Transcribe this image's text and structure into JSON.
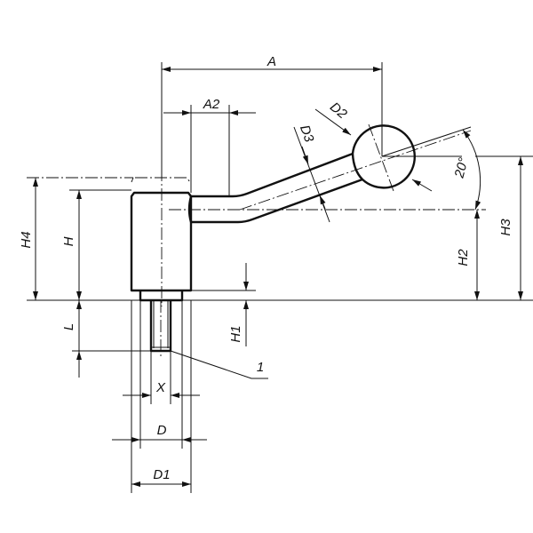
{
  "labels": {
    "A": "A",
    "A2": "A2",
    "D2": "D2",
    "D3": "D3",
    "angle": "20°",
    "H4": "H4",
    "H": "H",
    "H3": "H3",
    "H2": "H2",
    "H1": "H1",
    "L": "L",
    "item": "1",
    "X": "X",
    "D": "D",
    "D1": "D1"
  },
  "colors": {
    "line": "#111111",
    "background": "#ffffff"
  }
}
